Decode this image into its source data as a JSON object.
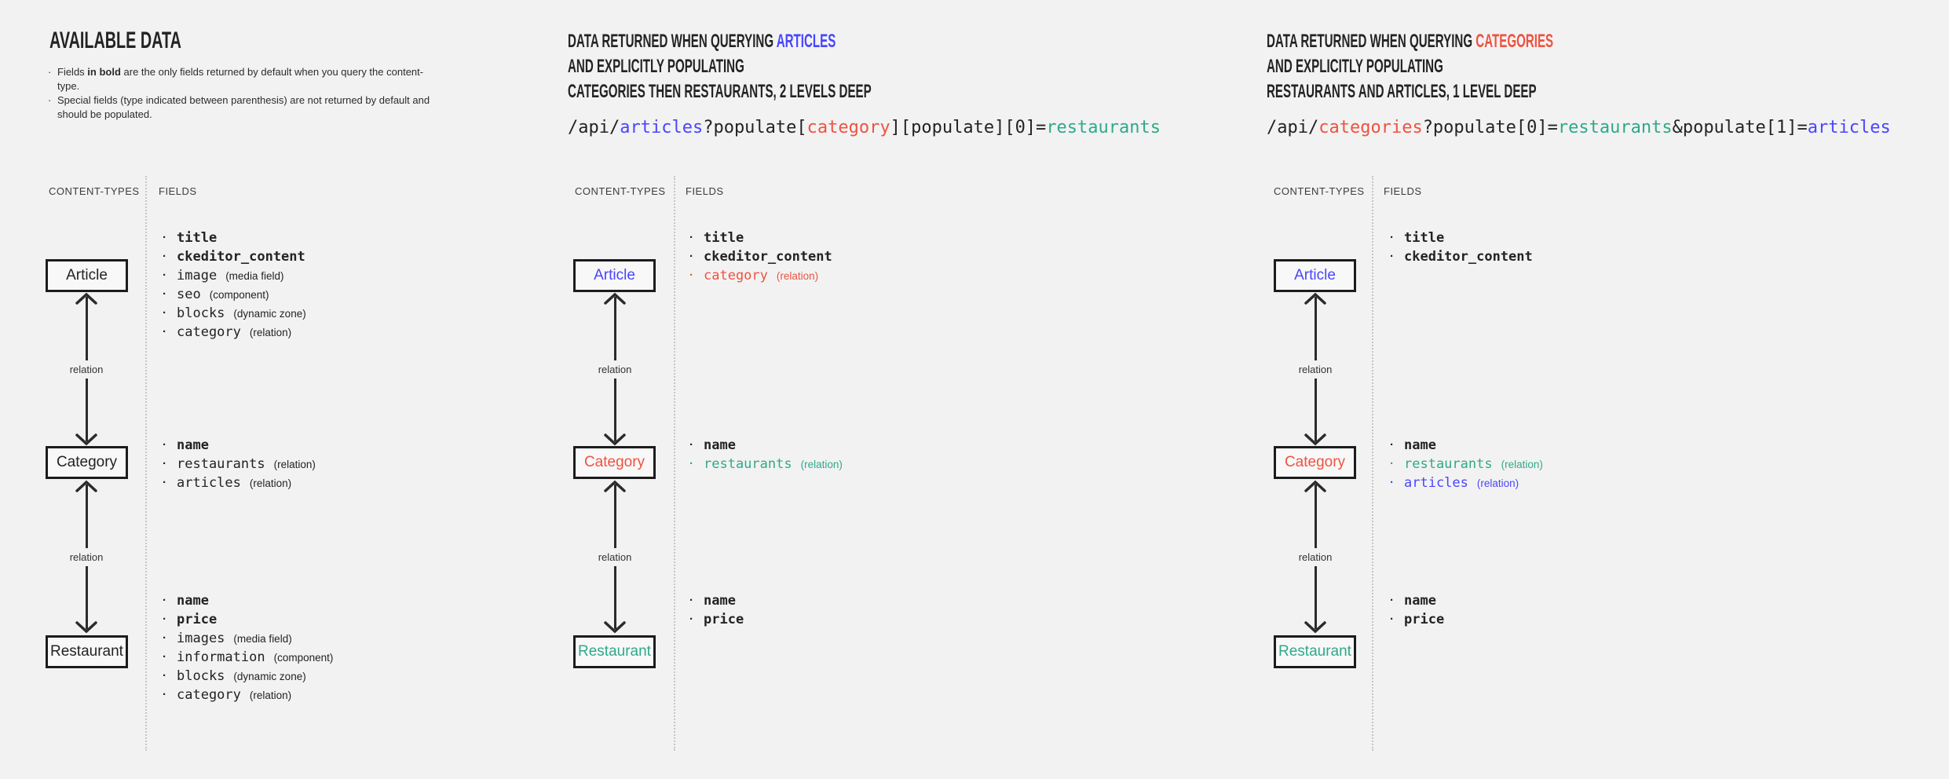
{
  "colors": {
    "ink": "#232323",
    "blue": "#4945ff",
    "red": "#ee5340",
    "teal": "#2fa98a",
    "bg": "#f2f2f2",
    "line": "#2b2b2b",
    "divider": "#c6c6c6",
    "muted": "#3d3d3d"
  },
  "ui": {
    "bullet": "·"
  },
  "left": {
    "title": "AVAILABLE DATA",
    "notes": {
      "n1_pre": "Fields ",
      "n1_bold": "in bold",
      "n1_post": " are the only fields returned by default when you query the content-type.",
      "n2": "Special fields (type indicated between parenthesis) are not returned by default and should be populated."
    },
    "headers": {
      "content_types": "CONTENT-TYPES",
      "fields": "FIELDS"
    },
    "boxes": {
      "article": "Article",
      "category": "Category",
      "restaurant": "Restaurant"
    },
    "relation_label_1": "relation",
    "relation_label_2": "relation",
    "article_fields": [
      {
        "name": "title",
        "bold": true
      },
      {
        "name": "ckeditor_content",
        "bold": true
      },
      {
        "name": "image",
        "type": "(media field)"
      },
      {
        "name": "seo",
        "type": "(component)"
      },
      {
        "name": "blocks",
        "type": "(dynamic zone)"
      },
      {
        "name": "category",
        "type": "(relation)"
      }
    ],
    "category_fields": [
      {
        "name": "name",
        "bold": true
      },
      {
        "name": "restaurants",
        "type": "(relation)"
      },
      {
        "name": "articles",
        "type": "(relation)"
      }
    ],
    "restaurant_fields": [
      {
        "name": "name",
        "bold": true
      },
      {
        "name": "price",
        "bold": true
      },
      {
        "name": "images",
        "type": "(media field)"
      },
      {
        "name": "information",
        "type": "(component)"
      },
      {
        "name": "blocks",
        "type": "(dynamic zone)"
      },
      {
        "name": "category",
        "type": "(relation)"
      }
    ]
  },
  "middle": {
    "title": {
      "plain": "DATA RETURNED WHEN QUERYING ",
      "accent": "ARTICLES",
      "accent_color": "blue",
      "line2": "AND EXPLICITLY POPULATING",
      "line3": "CATEGORIES THEN RESTAURANTS, 2 LEVELS DEEP"
    },
    "api": [
      {
        "text": "/api/",
        "color": "ink"
      },
      {
        "text": "articles",
        "color": "blue"
      },
      {
        "text": "?populate[",
        "color": "ink"
      },
      {
        "text": "category",
        "color": "red"
      },
      {
        "text": "][populate][0]=",
        "color": "ink"
      },
      {
        "text": "restaurants",
        "color": "teal"
      }
    ],
    "headers": {
      "content_types": "CONTENT-TYPES",
      "fields": "FIELDS"
    },
    "boxes": {
      "article": "Article",
      "category": "Category",
      "restaurant": "Restaurant"
    },
    "relation_label_1": "relation",
    "relation_label_2": "relation",
    "article_fields": [
      {
        "name": "title",
        "bold": true
      },
      {
        "name": "ckeditor_content",
        "bold": true
      },
      {
        "name": "category",
        "type": "(relation)",
        "color": "red"
      }
    ],
    "category_fields": [
      {
        "name": "name",
        "bold": true
      },
      {
        "name": "restaurants",
        "type": "(relation)",
        "color": "teal"
      }
    ],
    "restaurant_fields": [
      {
        "name": "name",
        "bold": true
      },
      {
        "name": "price",
        "bold": true
      }
    ]
  },
  "right": {
    "title": {
      "plain": "DATA RETURNED WHEN QUERYING ",
      "accent": "CATEGORIES",
      "accent_color": "red",
      "line2": "AND EXPLICITLY POPULATING",
      "line3": "RESTAURANTS AND ARTICLES, 1 LEVEL DEEP"
    },
    "api": [
      {
        "text": "/api/",
        "color": "ink"
      },
      {
        "text": "categories",
        "color": "red"
      },
      {
        "text": "?populate[0]=",
        "color": "ink"
      },
      {
        "text": "restaurants",
        "color": "teal"
      },
      {
        "text": "&populate[1]=",
        "color": "ink"
      },
      {
        "text": "articles",
        "color": "blue"
      }
    ],
    "headers": {
      "content_types": "CONTENT-TYPES",
      "fields": "FIELDS"
    },
    "boxes": {
      "article": "Article",
      "category": "Category",
      "restaurant": "Restaurant"
    },
    "relation_label_1": "relation",
    "relation_label_2": "relation",
    "article_fields": [
      {
        "name": "title",
        "bold": true
      },
      {
        "name": "ckeditor_content",
        "bold": true
      }
    ],
    "category_fields": [
      {
        "name": "name",
        "bold": true
      },
      {
        "name": "restaurants",
        "type": "(relation)",
        "color": "teal"
      },
      {
        "name": "articles",
        "type": "(relation)",
        "color": "blue"
      }
    ],
    "restaurant_fields": [
      {
        "name": "name",
        "bold": true
      },
      {
        "name": "price",
        "bold": true
      }
    ]
  }
}
